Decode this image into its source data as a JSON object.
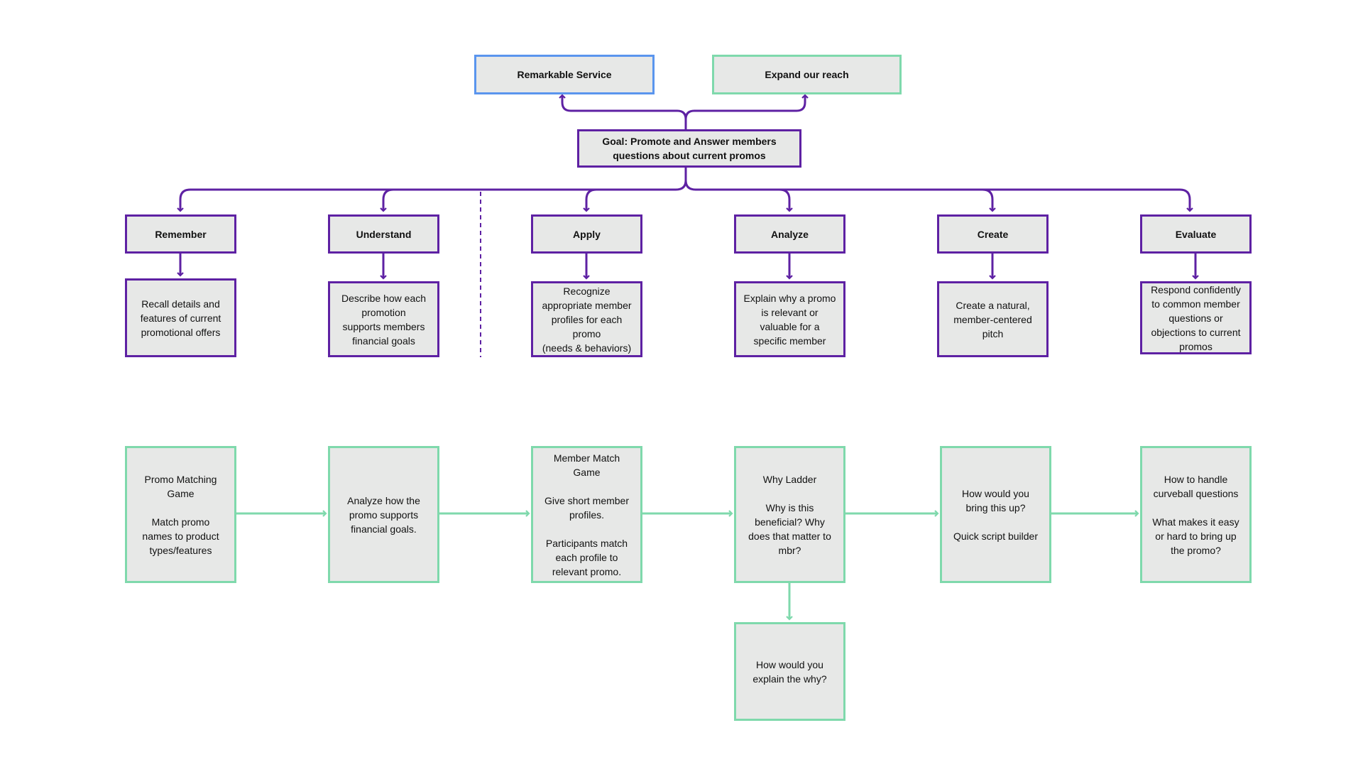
{
  "colors": {
    "purple": "#5e21a3",
    "green": "#7fd9ac",
    "blue": "#5a95ee",
    "box_fill": "#e7e8e7"
  },
  "top": {
    "remarkable": "Remarkable Service",
    "expand": "Expand our reach"
  },
  "goal": "Goal: Promote and Answer members\nquestions about current promos",
  "levels": [
    {
      "title": "Remember",
      "objective": "Recall details and\nfeatures of current\npromotional offers"
    },
    {
      "title": "Understand",
      "objective": "Describe how each\npromotion\nsupports members\nfinancial goals"
    },
    {
      "title": "Apply",
      "objective": "Recognize\nappropriate member\nprofiles for each\npromo\n(needs & behaviors)"
    },
    {
      "title": "Analyze",
      "objective": "Explain why a promo\nis relevant or\nvaluable for a\nspecific member"
    },
    {
      "title": "Create",
      "objective": "Create a natural,\nmember-centered\npitch"
    },
    {
      "title": "Evaluate",
      "objective": "Respond confidently\nto common member\nquestions or\nobjections to current\npromos"
    }
  ],
  "activities": [
    "Promo Matching\nGame\n\nMatch promo\nnames to product\ntypes/features",
    "Analyze how the\npromo supports\nfinancial goals.",
    "Member Match\nGame\n\nGive short member\nprofiles.\n\nParticipants match\neach profile to\nrelevant promo.",
    "Why Ladder\n\nWhy is this\nbeneficial? Why\ndoes that matter to\nmbr?",
    "How would you\nbring this up?\n\nQuick script builder",
    "How to handle\ncurveball questions\n\nWhat makes it easy\nor hard to bring up\nthe promo?"
  ],
  "followup": "How would you\nexplain the why?"
}
